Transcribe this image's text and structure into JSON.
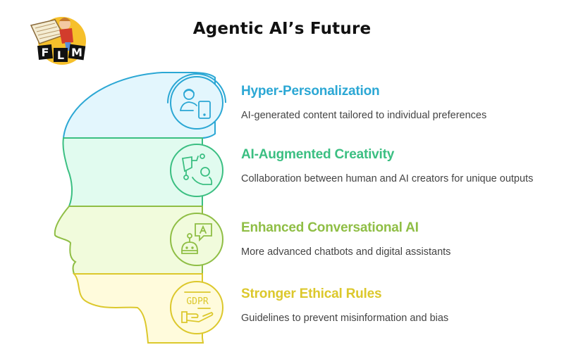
{
  "header": {
    "title": "Agentic AI’s Future",
    "logo": {
      "text": "FLM",
      "letters": [
        "F",
        "L",
        "M"
      ]
    }
  },
  "colors": {
    "blue": "#2ba7d4",
    "blue_fill": "#e3f6fd",
    "green": "#3bbf82",
    "green_fill": "#e1fbef",
    "lime": "#8fbe45",
    "lime_fill": "#f1fbdc",
    "yellow": "#dcc82c",
    "yellow_fill": "#fffbdc"
  },
  "items": [
    {
      "title": "Hyper-Personalization",
      "description": "AI-generated content tailored to individual preferences",
      "icon": "user-with-tablet-icon"
    },
    {
      "title": "AI-Augmented Creativity",
      "description": "Collaboration between human and AI creators for unique outputs",
      "icon": "human-ai-collaboration-icon"
    },
    {
      "title": "Enhanced Conversational AI",
      "description": "More advanced chatbots and digital assistants",
      "icon": "chatbot-icon"
    },
    {
      "title": "Stronger Ethical Rules",
      "description": "Guidelines to prevent misinformation and bias",
      "icon": "gdpr-hand-icon",
      "icon_text": "GDPR"
    }
  ]
}
